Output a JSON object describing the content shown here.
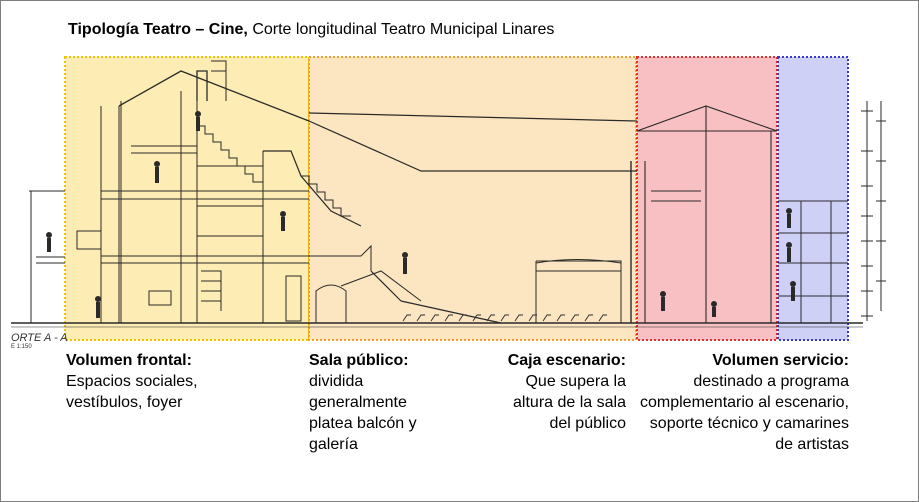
{
  "title": {
    "bold": "Tipología Teatro – Cine,",
    "normal": "Corte longitudinal Teatro Municipal Linares"
  },
  "section_label": "ORTE A - A",
  "scale_label": "E 1:150",
  "zones": [
    {
      "id": "frontal",
      "title": "Volumen frontal:",
      "body": "Espacios sociales, vestíbulos, foyer",
      "fill": "#fde9a6",
      "stroke": "#f2c200"
    },
    {
      "id": "sala",
      "title": "Sala público:",
      "body": "dividida generalmente platea balcón y galería",
      "fill": "#fbe0b6",
      "stroke": "#f0a030"
    },
    {
      "id": "caja",
      "title": "Caja escenario:",
      "body": "Que supera la altura de la sala del público"
    },
    {
      "id": "servicio",
      "title": "Volumen servicio:",
      "body": "destinado a programa complementario al escenario, soporte técnico y camarines de artistas",
      "fill": "#f7b5b9",
      "stroke": "#e23030"
    },
    {
      "id": "servicio-b",
      "fill": "#c7c8f4",
      "stroke": "#3a3ad0"
    }
  ]
}
